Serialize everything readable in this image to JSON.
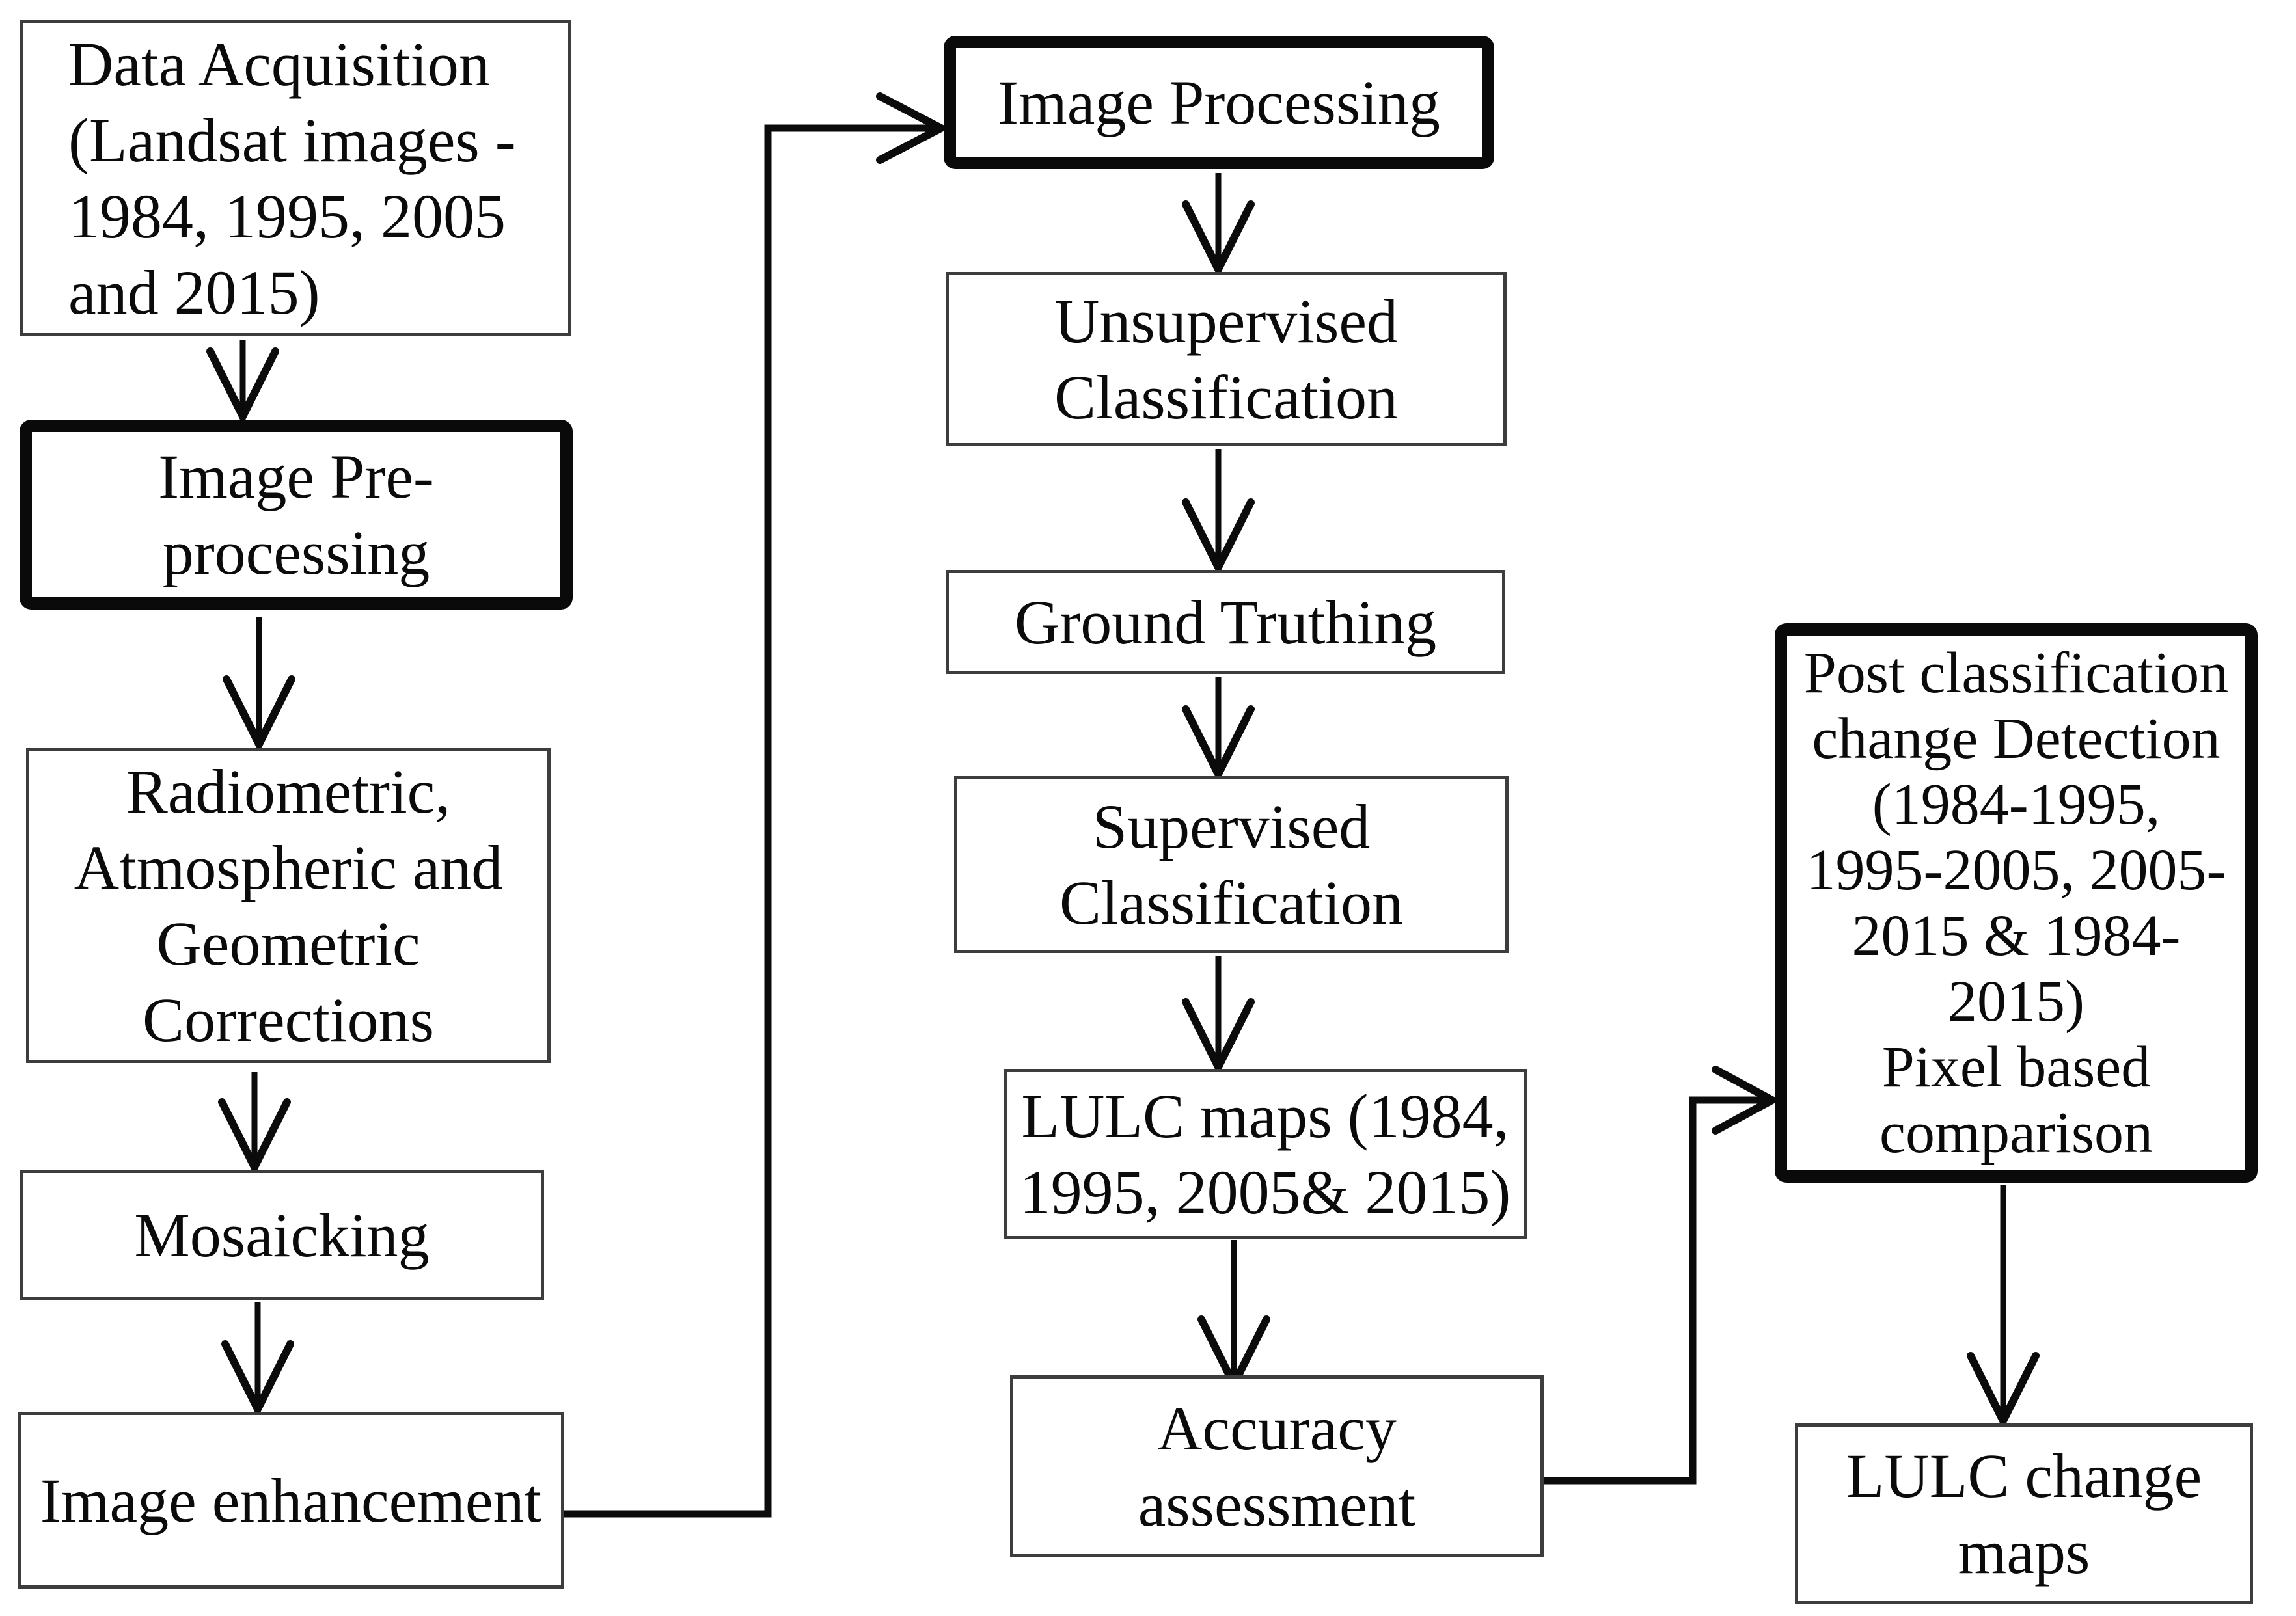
{
  "figure_type": "flowchart",
  "colors": {
    "background": "#ffffff",
    "box_border_thin": "#3d3d3d",
    "box_border_thick": "#0a0a0a",
    "text": "#0b0b0b",
    "arrow": "#0b0b0b"
  },
  "boxes": {
    "data_acquisition": {
      "emphasis": "thin",
      "lines": [
        "Data Acquisition",
        "(Landsat images -",
        "1984, 1995, 2005",
        "and 2015)"
      ]
    },
    "image_preprocessing": {
      "emphasis": "thick",
      "lines": [
        "Image Pre-",
        "processing"
      ]
    },
    "corrections": {
      "emphasis": "thin",
      "lines": [
        "Radiometric,",
        "Atmospheric and",
        "Geometric",
        "Corrections"
      ]
    },
    "mosaicking": {
      "emphasis": "thin",
      "lines": [
        "Mosaicking"
      ]
    },
    "image_enhancement": {
      "emphasis": "thin",
      "lines": [
        "Image enhancement"
      ]
    },
    "image_processing": {
      "emphasis": "thick",
      "lines": [
        "Image Processing"
      ]
    },
    "unsupervised_classification": {
      "emphasis": "thin",
      "lines": [
        "Unsupervised",
        "Classification"
      ]
    },
    "ground_truthing": {
      "emphasis": "thin",
      "lines": [
        "Ground Truthing"
      ]
    },
    "supervised_classification": {
      "emphasis": "thin",
      "lines": [
        "Supervised",
        "Classification"
      ]
    },
    "lulc_maps": {
      "emphasis": "thin",
      "lines": [
        "LULC maps (1984,",
        "1995, 2005& 2015)"
      ]
    },
    "accuracy_assessment": {
      "emphasis": "thin",
      "lines": [
        "Accuracy",
        "assessment"
      ]
    },
    "post_classification": {
      "emphasis": "thick",
      "lines": [
        "Post classification",
        "change Detection",
        "(1984-1995,",
        "1995-2005, 2005-",
        "2015 & 1984-",
        "2015)",
        "Pixel based",
        "comparison"
      ]
    },
    "lulc_change_maps": {
      "emphasis": "thin",
      "lines": [
        "LULC change",
        "maps"
      ]
    }
  },
  "edges": [
    {
      "from": "data_acquisition",
      "to": "image_preprocessing"
    },
    {
      "from": "image_preprocessing",
      "to": "corrections"
    },
    {
      "from": "corrections",
      "to": "mosaicking"
    },
    {
      "from": "mosaicking",
      "to": "image_enhancement"
    },
    {
      "from": "image_enhancement",
      "to": "image_processing"
    },
    {
      "from": "image_processing",
      "to": "unsupervised_classification"
    },
    {
      "from": "unsupervised_classification",
      "to": "ground_truthing"
    },
    {
      "from": "ground_truthing",
      "to": "supervised_classification"
    },
    {
      "from": "supervised_classification",
      "to": "lulc_maps"
    },
    {
      "from": "lulc_maps",
      "to": "accuracy_assessment"
    },
    {
      "from": "accuracy_assessment",
      "to": "post_classification"
    },
    {
      "from": "post_classification",
      "to": "lulc_change_maps"
    }
  ]
}
